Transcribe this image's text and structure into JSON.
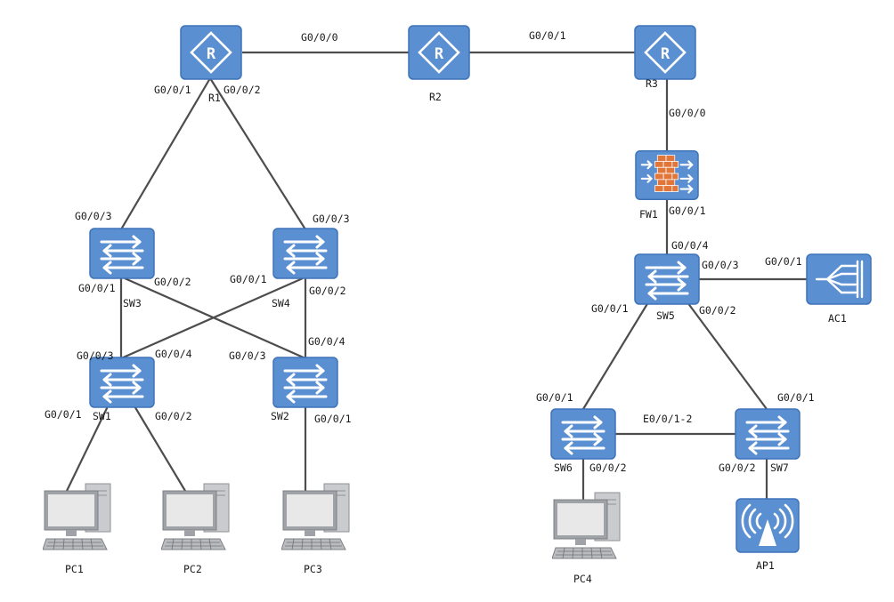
{
  "colors": {
    "device_fill": "#5a8fd2",
    "device_stroke": "#3f73b8",
    "link": "#4d4d4d",
    "firewall_bricks": "#e0763a",
    "pc_screen": "#e8e8e8",
    "pc_body": "#9fa2a6"
  },
  "devices": {
    "r1": "R1",
    "r2": "R2",
    "r3": "R3",
    "fw1": "FW1",
    "sw1": "SW1",
    "sw2": "SW2",
    "sw3": "SW3",
    "sw4": "SW4",
    "sw5": "SW5",
    "sw6": "SW6",
    "sw7": "SW7",
    "ac1": "AC1",
    "ap1": "AP1",
    "pc1": "PC1",
    "pc2": "PC2",
    "pc3": "PC3",
    "pc4": "PC4"
  },
  "ports": {
    "r1_r2": "G0/0/0",
    "r2_r3": "G0/0/1",
    "r1_g1": "G0/0/1",
    "r1_g2": "G0/0/2",
    "r3_g0": "G0/0/0",
    "fw1_g1": "G0/0/1",
    "sw3_g3": "G0/0/3",
    "sw3_g1": "G0/0/1",
    "sw3_g2": "G0/0/2",
    "sw4_g3": "G0/0/3",
    "sw4_g1": "G0/0/1",
    "sw4_g2": "G0/0/2",
    "sw1_g3": "G0/0/3",
    "sw1_g4": "G0/0/4",
    "sw1_g1": "G0/0/1",
    "sw1_g2": "G0/0/2",
    "sw2_g3": "G0/0/3",
    "sw2_g4": "G0/0/4",
    "sw2_g1": "G0/0/1",
    "sw5_g4": "G0/0/4",
    "sw5_g3": "G0/0/3",
    "sw5_g1": "G0/0/1",
    "sw5_g2": "G0/0/2",
    "ac1_g1": "G0/0/1",
    "sw6_g1": "G0/0/1",
    "sw6_g2": "G0/0/2",
    "sw6_sw7": "E0/0/1-2",
    "sw7_g1": "G0/0/1",
    "sw7_g2": "G0/0/2"
  }
}
